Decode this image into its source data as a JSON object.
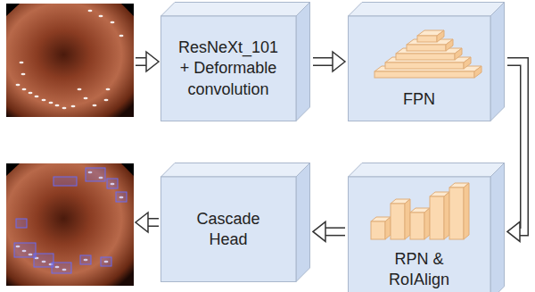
{
  "diagram": {
    "nodes": [
      {
        "text": [
          "ResNeXt_101 + Deformable convolution"
        ]
      },
      {
        "text": [
          "FPN"
        ]
      },
      {
        "text": [
          "RPN & RoIAlign"
        ]
      },
      {
        "text": [
          "Cascade Head"
        ]
      }
    ],
    "edges": [
      {
        "from": 0,
        "to": 1,
        "arrow": "to"
      },
      {
        "from": 1,
        "to": 2,
        "arrow": "to"
      },
      {
        "from": 2,
        "to": 3,
        "arrow": "to"
      }
    ]
  }
}
